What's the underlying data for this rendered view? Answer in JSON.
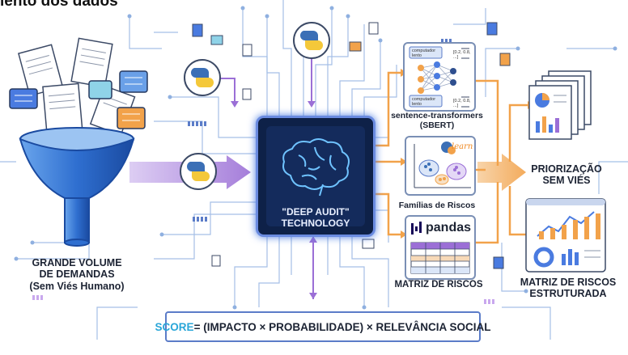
{
  "title": "lento dos dados",
  "labels": {
    "volume_line1": "GRANDE VOLUME",
    "volume_line2": "DE DEMANDAS",
    "volume_line3": "(Sem Viés Humano)",
    "chip_line1": "\"DEEP AUDIT\"",
    "chip_line2": "TECHNOLOGY",
    "sbert_line1": "sentence-transformers",
    "sbert_line2": "(SBERT)",
    "families": "Famílias de Riscos",
    "matrix": "MATRIZ DE RISCOS",
    "priority_line1": "PRIORIZAÇÃO",
    "priority_line2": "SEM VIÉS",
    "structured_line1": "MATRIZ DE RISCOS",
    "structured_line2": "ESTRUTURADA",
    "pandas": "pandas",
    "learn": "learn",
    "nn_box_top": "computador lento",
    "nn_box_bottom": "computador lento",
    "nn_vec_top": "[0.2, 0.8, ...]",
    "nn_vec_bottom": "[0.2, 0.8, ...]"
  },
  "score": {
    "keyword": "SCORE",
    "formula": " = (IMPACTO × PROBABILIDADE) × RELEVÂNCIA SOCIAL"
  },
  "icons": [
    "document-icon",
    "chat-bubble-icon",
    "funnel-icon",
    "python-icon",
    "brain-icon",
    "neural-network-icon",
    "cluster-icon",
    "table-icon",
    "report-icon",
    "dashboard-icon"
  ],
  "colors": {
    "chip": "#0e2148",
    "accent_blue": "#4a7be0",
    "accent_orange": "#f2a24a",
    "accent_purple": "#9b6fd6",
    "funnel": "#2f6fd0",
    "score_keyword": "#2aa6d8"
  }
}
